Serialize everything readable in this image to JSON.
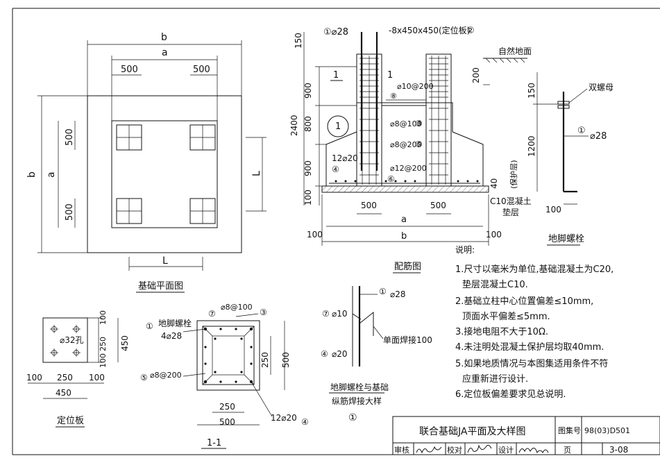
{
  "title_block": {
    "drawing_title": "联合基础JA平面及大样图",
    "atlas_label": "图集号",
    "atlas_no": "98(03)D501",
    "review_label": "审核",
    "check_label": "校对",
    "design_label": "设计",
    "page_label": "页",
    "page_no": "3-08"
  },
  "plan": {
    "title": "基础平面图",
    "dim_b": "b",
    "dim_a": "a",
    "dim_500_1": "500",
    "dim_500_2": "500",
    "dim_500_3": "500",
    "dim_500_4": "500",
    "dim_b_left": "b",
    "dim_a_left": "a",
    "dim_L_right": "L",
    "dim_L_bottom": "L"
  },
  "rebar": {
    "title": "配筋图",
    "lbl_28": "①⌀28",
    "lbl_plate": "-8x450x450(定位板)",
    "lbl_plate_no": "②",
    "lbl_ground": "自然地面",
    "lbl_8_10": "⌀10@200",
    "lbl_8": "⑧",
    "lbl_3": "⌀8@100",
    "lbl_3_no": "③",
    "lbl_5": "⌀8@200",
    "lbl_5_no": "⑤",
    "lbl_6": "⌀12@200",
    "lbl_6_no": "⑥",
    "lbl_4": "12⌀20",
    "lbl_4_no": "④",
    "lbl_cover": "40",
    "lbl_cover_txt": "(保护层)",
    "lbl_c10": "C10混凝土",
    "lbl_pad": "垫层",
    "d150": "150",
    "d900a": "900",
    "d800": "800",
    "d2400": "2400",
    "d900b": "900",
    "d100": "100",
    "d200": "200",
    "d500a": "500",
    "d500b": "500",
    "da": "a",
    "db": "b",
    "d100l": "100",
    "d100r": "100",
    "sec_1": "1",
    "sec_1b": "1",
    "sec_circle": "1"
  },
  "bolt": {
    "title": "地脚螺栓",
    "lbl_nut": "双螺母",
    "lbl_no": "①",
    "lbl_dia": "⌀28",
    "d150": "150",
    "d1200": "1200",
    "d100": "100"
  },
  "notes": {
    "heading": "说明:",
    "items": [
      "1.尺寸以毫米为单位,基础混凝土为C20,",
      "垫层混凝土C10.",
      "2.基础立柱中心位置偏差≤10mm,",
      "顶面水平偏差≤5mm.",
      "3.接地电阻不大于10Ω.",
      "4.未注明处混凝土保护层均取40mm.",
      "5.如果地质情况与本图集适用条件不符",
      "应重新进行设计.",
      "6.定位板偏差要求见总说明."
    ]
  },
  "plate": {
    "title": "定位板",
    "lbl_hole": "⌀32孔",
    "d100a": "100",
    "d250": "250",
    "d100b": "100",
    "d450": "450",
    "d100c": "100",
    "d250b": "250",
    "d100d": "100",
    "d450b": "450"
  },
  "section": {
    "title": "1-1",
    "lbl_bolt": "地脚螺栓",
    "lbl_bolt_no": "①",
    "lbl_bolt_qty": "4⌀28",
    "lbl_7": "⑦",
    "lbl_3": "⌀8@100",
    "lbl_3_no": "③",
    "lbl_5_no": "⑤",
    "lbl_5": "⌀8@200",
    "lbl_4": "12⌀20",
    "lbl_4_no": "④",
    "d250": "250",
    "d500": "500",
    "d250b": "250",
    "d500b": "500"
  },
  "weld": {
    "title": "地脚螺栓与基础",
    "title2": "纵筋焊接大样",
    "title_no": "①",
    "lbl_1_no": "①",
    "lbl_1": "⌀28",
    "lbl_7_no": "⑦",
    "lbl_7": "⌀10",
    "lbl_weld": "单面焊接100",
    "lbl_4_no": "④",
    "lbl_4": "⌀20"
  }
}
